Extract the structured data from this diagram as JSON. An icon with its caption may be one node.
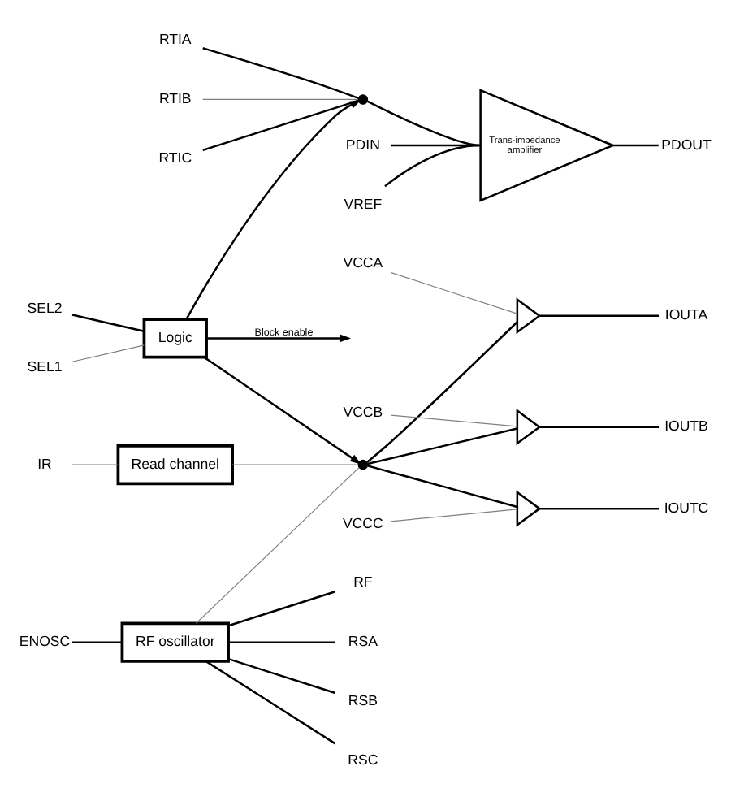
{
  "diagram": {
    "nodes": [
      {
        "text": [
          "RTIA"
        ]
      },
      {
        "text": [
          "RTIB"
        ]
      },
      {
        "text": [
          "RTIC"
        ]
      },
      {
        "text": [],
        "shape": "switch"
      },
      {
        "text": [
          "PDIN"
        ]
      },
      {
        "text": [
          "VREF"
        ]
      },
      {
        "text": [
          "Trans-impedance amplifier"
        ]
      },
      {
        "text": [
          "PDOUT"
        ]
      },
      {
        "text": [
          "IR"
        ]
      },
      {
        "text": [
          "Read channel"
        ]
      },
      {
        "text": [
          "VCCA"
        ]
      },
      {
        "text": [],
        "shape": "triangle"
      },
      {
        "text": [
          "IOUTA"
        ]
      },
      {
        "text": [
          "SEL2"
        ]
      },
      {
        "text": [
          "Logic"
        ]
      },
      {
        "text": [],
        "shape": "switch"
      },
      {
        "text": [
          "VCCB"
        ]
      },
      {
        "text": [],
        "shape": "triangle"
      },
      {
        "text": [
          "IOUTB"
        ]
      },
      {
        "text": [
          "SEL1"
        ]
      },
      {
        "text": [
          "VCCC"
        ]
      },
      {
        "text": [],
        "shape": "triangle"
      },
      {
        "text": [
          "IOUTC"
        ]
      },
      {
        "text": [
          "ENOSC"
        ]
      },
      {
        "text": [
          "RF oscillator"
        ]
      },
      {
        "text": [
          "RF"
        ]
      },
      {
        "text": [
          "RSA"
        ]
      },
      {
        "text": [
          "RSB"
        ]
      },
      {
        "text": [
          "RSC"
        ]
      }
    ],
    "edges": [
      {
        "from": 0,
        "to": 3,
        "arrow": "none"
      },
      {
        "from": 1,
        "to": 3,
        "arrow": "none",
        "color": "#808080"
      },
      {
        "from": 2,
        "to": 3,
        "arrow": "none"
      },
      {
        "from": 3,
        "to": 6,
        "arrow": "none"
      },
      {
        "from": 4,
        "to": 6,
        "arrow": "none"
      },
      {
        "from": 5,
        "to": 6,
        "arrow": "none"
      },
      {
        "from": 6,
        "to": 7,
        "arrow": "none"
      },
      {
        "from": 14,
        "to": 3,
        "arrow": "to"
      },
      {
        "from": 8,
        "to": 9,
        "arrow": "none",
        "color": "#808080"
      },
      {
        "from": 13,
        "to": 14,
        "arrow": "none"
      },
      {
        "from": 19,
        "to": 14,
        "arrow": "none",
        "color": "#808080"
      },
      {
        "from": 14,
        "to": null,
        "label": "Block enable",
        "arrow": "to"
      },
      {
        "from": 14,
        "to": 15,
        "arrow": "to"
      },
      {
        "from": 9,
        "to": 15,
        "arrow": "none",
        "color": "#808080"
      },
      {
        "from": 24,
        "to": 15,
        "arrow": "none",
        "color": "#808080"
      },
      {
        "from": 15,
        "to": 11,
        "arrow": "none"
      },
      {
        "from": 15,
        "to": 17,
        "arrow": "none"
      },
      {
        "from": 15,
        "to": 21,
        "arrow": "none"
      },
      {
        "from": 10,
        "to": 11,
        "arrow": "none",
        "color": "#808080"
      },
      {
        "from": 11,
        "to": 12,
        "arrow": "none"
      },
      {
        "from": 16,
        "to": 17,
        "arrow": "none",
        "color": "#808080"
      },
      {
        "from": 17,
        "to": 18,
        "arrow": "none"
      },
      {
        "from": 20,
        "to": 21,
        "arrow": "none",
        "color": "#808080"
      },
      {
        "from": 21,
        "to": 22,
        "arrow": "none"
      },
      {
        "from": 23,
        "to": 24,
        "arrow": "none"
      },
      {
        "from": 24,
        "to": 25,
        "arrow": "none"
      },
      {
        "from": 24,
        "to": 26,
        "arrow": "none"
      },
      {
        "from": 24,
        "to": 27,
        "arrow": "none"
      },
      {
        "from": 24,
        "to": 28,
        "arrow": "none"
      }
    ]
  }
}
